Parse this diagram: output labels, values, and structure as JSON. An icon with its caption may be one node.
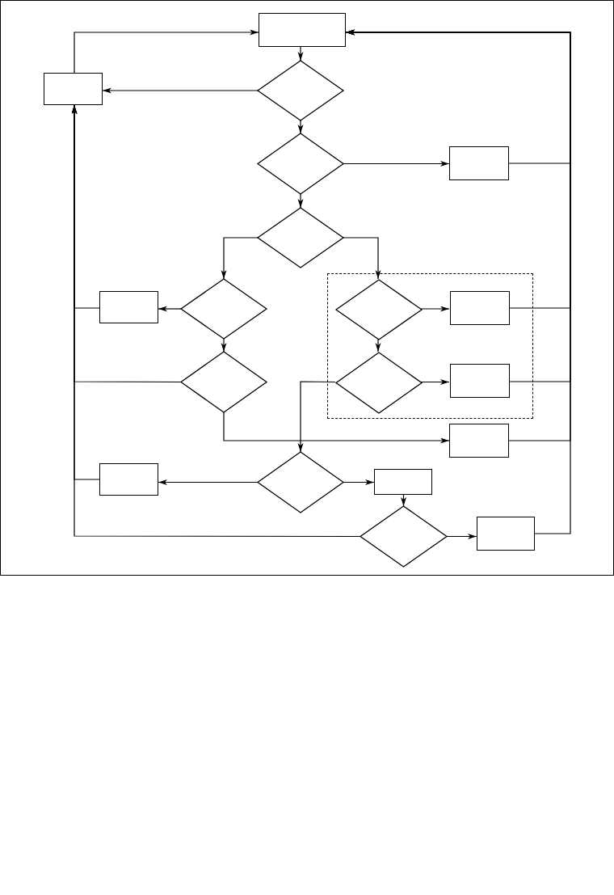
{
  "diagram": {
    "nodes": [
      {
        "text": [],
        "shape": "box"
      },
      {
        "text": [],
        "shape": "box"
      },
      {
        "text": [],
        "shape": "diamond"
      },
      {
        "text": [],
        "shape": "diamond"
      },
      {
        "text": [],
        "shape": "box"
      },
      {
        "text": [],
        "shape": "diamond"
      },
      {
        "text": [],
        "shape": "box"
      },
      {
        "text": [],
        "shape": "box"
      },
      {
        "text": [],
        "shape": "diamond"
      },
      {
        "text": [],
        "shape": "diamond",
        "in": 6
      },
      {
        "text": [],
        "shape": "box",
        "in": 6
      },
      {
        "text": [],
        "shape": "diamond"
      },
      {
        "text": [],
        "shape": "diamond",
        "in": 6
      },
      {
        "text": [],
        "shape": "box",
        "in": 6
      },
      {
        "text": [],
        "shape": "box"
      },
      {
        "text": [],
        "shape": "box"
      },
      {
        "text": [],
        "shape": "diamond"
      },
      {
        "text": [],
        "shape": "box"
      },
      {
        "text": [],
        "shape": "diamond"
      },
      {
        "text": [],
        "shape": "box"
      }
    ],
    "edges": [
      {
        "from": 0,
        "to": 2,
        "arrow": "to"
      },
      {
        "from": 2,
        "to": 1,
        "arrow": "to"
      },
      {
        "from": 2,
        "to": 3,
        "arrow": "to"
      },
      {
        "from": 3,
        "to": 4,
        "arrow": "to"
      },
      {
        "from": 4,
        "to": 0,
        "arrow": "to"
      },
      {
        "from": 3,
        "to": 5,
        "arrow": "to"
      },
      {
        "from": 5,
        "to": 8,
        "arrow": "to"
      },
      {
        "from": 5,
        "to": 9,
        "arrow": "to"
      },
      {
        "from": 8,
        "to": 7,
        "arrow": "to"
      },
      {
        "from": 7,
        "to": 1,
        "arrow": "to"
      },
      {
        "from": 8,
        "to": 11,
        "arrow": "to"
      },
      {
        "from": 11,
        "to": 1,
        "arrow": "to"
      },
      {
        "from": 11,
        "to": 14,
        "arrow": "to"
      },
      {
        "from": 9,
        "to": 10,
        "arrow": "to"
      },
      {
        "from": 10,
        "to": 0,
        "arrow": "to"
      },
      {
        "from": 9,
        "to": 12,
        "arrow": "to"
      },
      {
        "from": 12,
        "to": 13,
        "arrow": "to"
      },
      {
        "from": 13,
        "to": 0,
        "arrow": "to"
      },
      {
        "from": 12,
        "to": 16,
        "arrow": "to"
      },
      {
        "from": 14,
        "to": 0,
        "arrow": "to"
      },
      {
        "from": 16,
        "to": 15,
        "arrow": "to"
      },
      {
        "from": 15,
        "to": 1,
        "arrow": "to"
      },
      {
        "from": 16,
        "to": 17,
        "arrow": "to"
      },
      {
        "from": 17,
        "to": 18,
        "arrow": "to"
      },
      {
        "from": 18,
        "to": 1,
        "arrow": "to"
      },
      {
        "from": 18,
        "to": 19,
        "arrow": "to"
      },
      {
        "from": 19,
        "to": 0,
        "arrow": "to"
      },
      {
        "from": 1,
        "to": 0,
        "arrow": "to"
      }
    ]
  }
}
